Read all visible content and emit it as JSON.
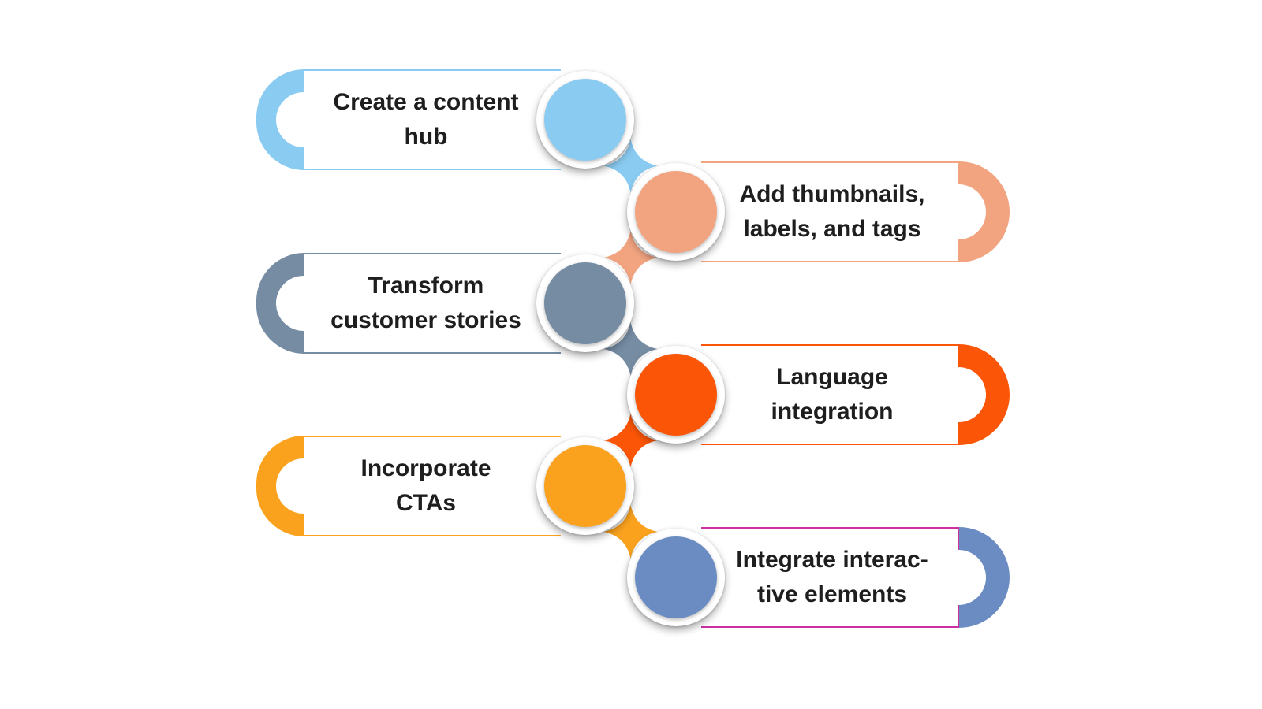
{
  "background": "#FFFFFF",
  "text_color": "#1E1E1E",
  "items": [
    {
      "side": "left",
      "line1": "Create a content",
      "line2": "hub",
      "color": "#8ACBF2",
      "border_color": "#8ACBF2"
    },
    {
      "side": "right",
      "line1": "Add thumbnails,",
      "line2": "labels, and tags",
      "color": "#F2A480",
      "border_color": "#F2A480"
    },
    {
      "side": "left",
      "line1": "Transform",
      "line2": "customer stories",
      "color": "#758CA3",
      "border_color": "#758CA3"
    },
    {
      "side": "right",
      "line1": "Language",
      "line2": "integration",
      "color": "#FB5607",
      "border_color": "#FB5607"
    },
    {
      "side": "left",
      "line1": "Incorporate",
      "line2": "CTAs",
      "color": "#FAA21E",
      "border_color": "#FAA21E"
    },
    {
      "side": "right",
      "line1": "Integrate interac-",
      "line2": "tive elements",
      "color": "#6B8CC2",
      "border_color": "#CC2FA0"
    }
  ],
  "connectors": [
    {
      "between": "step1-step2",
      "color": "#8ACBF2"
    },
    {
      "between": "step2-step3",
      "color": "#F2A480"
    },
    {
      "between": "step3-step4",
      "color": "#758CA3"
    },
    {
      "between": "step4-step5",
      "color": "#FB5607"
    },
    {
      "between": "step5-step6",
      "color": "#FAA21E"
    }
  ]
}
